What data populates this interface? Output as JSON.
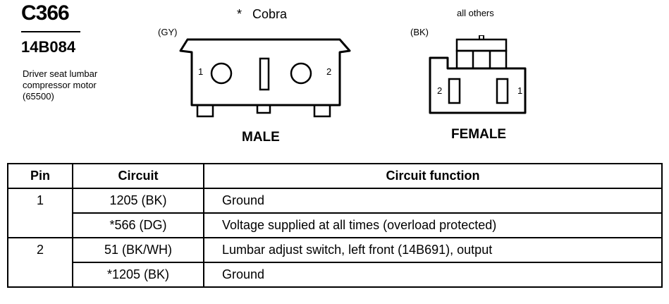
{
  "connector": {
    "id": "C366",
    "part_number": "14B084",
    "description": [
      "Driver seat lumbar",
      "compressor motor",
      "(65500)"
    ]
  },
  "variants": {
    "cobra_label": "*   Cobra",
    "others_label": "all others",
    "male_color": "(GY)",
    "female_color": "(BK)",
    "male_label": "MALE",
    "female_label": "FEMALE",
    "male_pins": [
      "1",
      "2"
    ],
    "female_pins": [
      "2",
      "1"
    ]
  },
  "table": {
    "headers": [
      "Pin",
      "Circuit",
      "Circuit function"
    ],
    "rows": [
      {
        "pin": "1",
        "circuit": "1205 (BK)",
        "function": "Ground"
      },
      {
        "pin": "",
        "circuit": "*566 (DG)",
        "function": "Voltage supplied at all times (overload protected)"
      },
      {
        "pin": "2",
        "circuit": "51 (BK/WH)",
        "function": "Lumbar adjust switch, left front (14B691), output"
      },
      {
        "pin": "",
        "circuit": "*1205 (BK)",
        "function": "Ground"
      }
    ]
  }
}
